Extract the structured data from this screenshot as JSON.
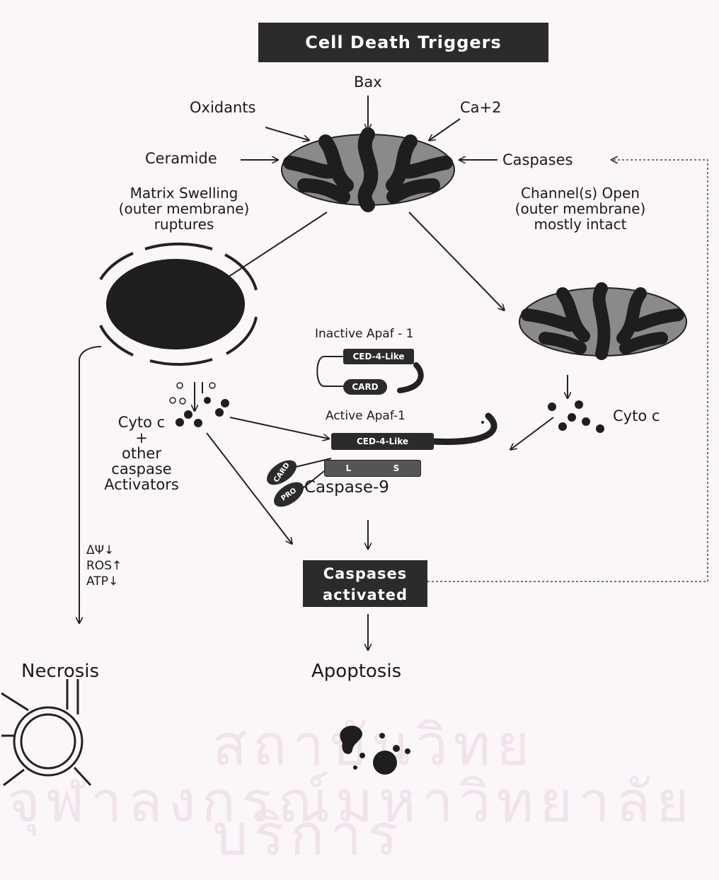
{
  "title": "Cell  Death Triggers",
  "triggers": {
    "bax": "Bax",
    "oxidants": "Oxidants",
    "calcium": "Ca+2",
    "ceramide": "Ceramide",
    "caspases": "Caspases"
  },
  "left_branch": {
    "line1": "Matrix Swelling",
    "line2": "outer membrane",
    "line3": "ruptures"
  },
  "right_branch": {
    "line1": "Channel(s) Open",
    "line2": "outer membrane",
    "line3": "mostly intact"
  },
  "apaf": {
    "inactive_label": "Inactive Apaf - 1",
    "ced4_like": "CED-4-Like",
    "card": "CARD",
    "active_label": "Active Apaf-1"
  },
  "caspase9": {
    "card": "CARD",
    "pro": "PRO",
    "l": "L",
    "s": "S",
    "label": "Caspase-9"
  },
  "cyto_c_left": {
    "line1": "Cyto c",
    "line2": "+",
    "line3": "other",
    "line4": "caspase",
    "line5": "Activators"
  },
  "cyto_c_right": "Cyto c",
  "markers": {
    "psi": "ΔΨ↓",
    "ros": "ROS↑",
    "atp": "ATP↓"
  },
  "caspases_activated": {
    "line1": "Caspases",
    "line2": "activated"
  },
  "outcomes": {
    "necrosis": "Necrosis",
    "apoptosis": "Apoptosis"
  },
  "watermark": {
    "line1": "สถาบันวิทยบริการ",
    "line2": "จุฬาลงกรณ์มหาวิทยาลัย"
  }
}
